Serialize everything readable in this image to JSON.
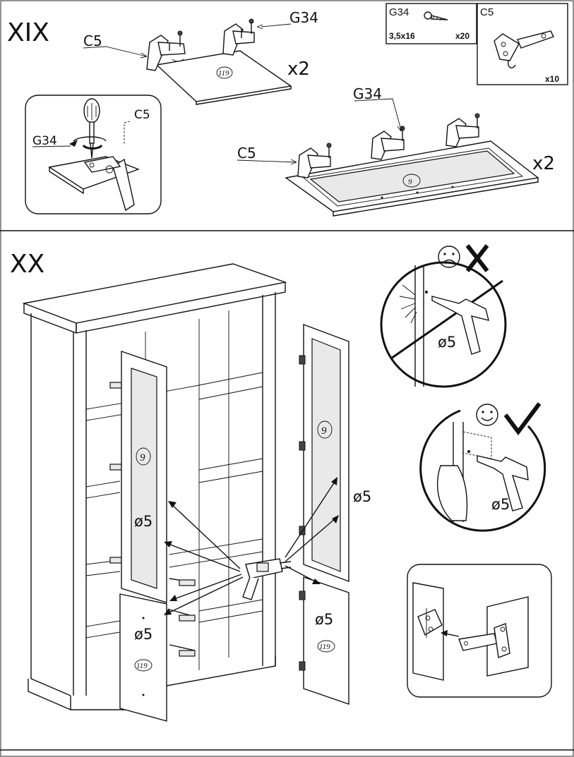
{
  "steps": {
    "xix": "XIX",
    "xx": "XX"
  },
  "parts": {
    "g34": {
      "code": "G34",
      "size": "3,5x16",
      "qty": "x20"
    },
    "c5": {
      "code": "C5",
      "qty": "x10"
    }
  },
  "step_xix": {
    "callout_c5": "C5",
    "callout_g34": "G34",
    "panel_small_number": "119",
    "panel_small_qty": "x2",
    "inset_c5": "C5",
    "inset_g34": "G34",
    "door_c5": "C5",
    "door_g34": "G34",
    "door_number": "9",
    "door_qty": "x2"
  },
  "step_xx": {
    "drill_diameter": "ø5",
    "door_upper_number": "9",
    "door_lower_number": "119",
    "wrong_diameter": "ø5",
    "right_diameter": "ø5"
  },
  "icons": [
    "sad-face-icon",
    "cross-icon",
    "smiley-face-icon",
    "check-mark-icon",
    "drill-icon",
    "screwdriver-icon",
    "screw-icon",
    "hinge-icon",
    "rotate-arrow-icon"
  ]
}
